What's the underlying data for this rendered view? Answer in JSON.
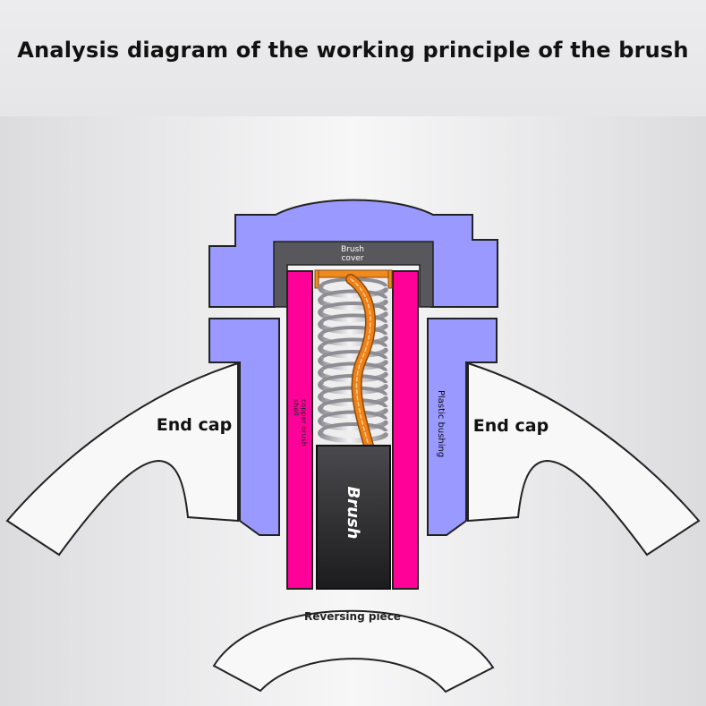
{
  "title": "Analysis diagram of the working principle of the brush",
  "labels": {
    "brush_cover": [
      "Brush",
      "cover"
    ],
    "copper_brush_shell": [
      "copper brush",
      "shell"
    ],
    "plastic_bushing": "Plastic bushing",
    "end_cap_left": "End cap",
    "end_cap_right": "End cap",
    "brush": "Brush",
    "reversing_piece": "Reversing piece"
  },
  "colors": {
    "holder": "#9999ff",
    "bushing": "#ff0099",
    "cover": "#58585c",
    "cap_plate": "#f08a1e",
    "spring": "#b9b9bf",
    "wire": "#f07f16",
    "brush": "#2e2e31"
  }
}
